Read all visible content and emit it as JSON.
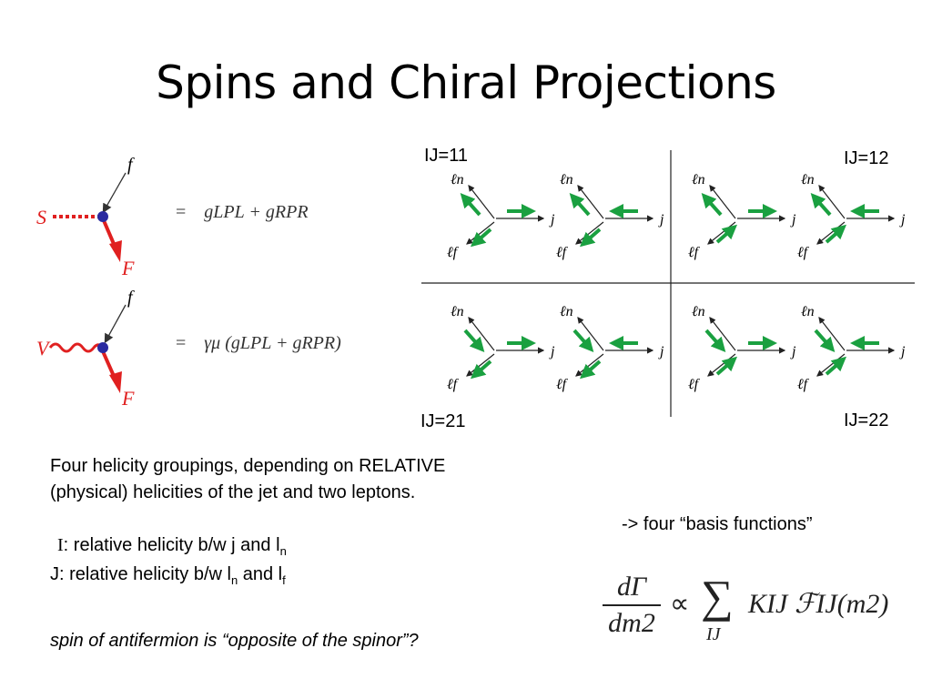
{
  "slide": {
    "title": "Spins and Chiral Projections"
  },
  "vertex_scalar": {
    "label_S": "S",
    "label_f": "f",
    "label_F": "F",
    "eq_sign": "=",
    "eq_rhs": "gLPL + gRPR"
  },
  "vertex_vector": {
    "label_V": "V",
    "label_f": "f",
    "label_F": "F",
    "eq_sign": "=",
    "eq_rhs": "γμ (gLPL + gRPR)"
  },
  "grid": {
    "labels": {
      "ij11": "IJ=11",
      "ij12": "IJ=12",
      "ij21": "IJ=21",
      "ij22": "IJ=22"
    },
    "cell_labels": {
      "ln": "ℓn",
      "lf": "ℓf",
      "j": "j"
    }
  },
  "text": {
    "groupings_line1": "Four helicity groupings, depending on RELATIVE",
    "groupings_line2": "(physical) helicities of the jet and two leptons.",
    "basis": "-> four “basis functions”",
    "i_symbol": "I",
    "i_desc": ":  relative helicity b/w j and l",
    "i_sub": "n",
    "j_desc": "J:  relative helicity b/w  l",
    "j_sub_n": "n",
    "j_and": " and l",
    "j_sub_f": "f",
    "spin_note": "spin of antifermion is “opposite of the spinor”?"
  },
  "formula": {
    "lhs_num": "dΓ",
    "lhs_den": "dm2",
    "prop": "∝",
    "sum": "∑",
    "sum_index": "IJ",
    "rhs": "KIJ ℱIJ(m2)"
  },
  "colors": {
    "red": "#e02020",
    "green": "#1aa040",
    "blue": "#2a2aa0"
  }
}
